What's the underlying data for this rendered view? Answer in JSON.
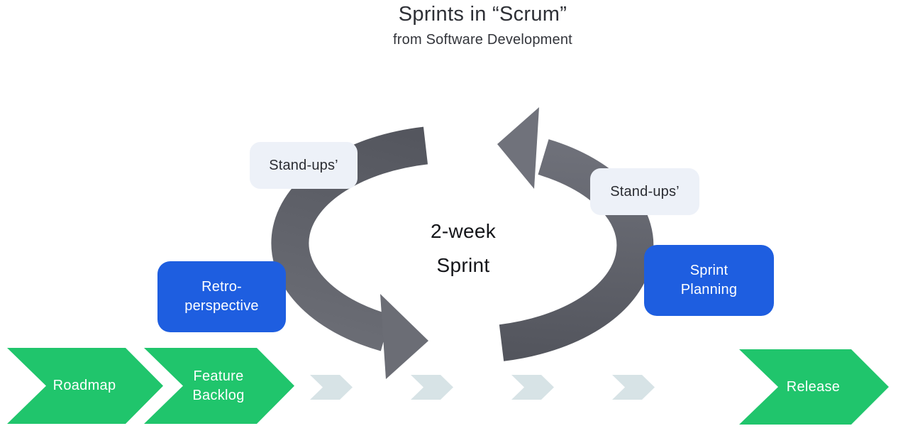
{
  "header": {
    "title": "Sprints in “Scrum”",
    "subtitle": "from Software Development"
  },
  "cycle": {
    "duration": {
      "line1": "2-week",
      "line2": "Sprint"
    },
    "standups_left": "Stand-ups’",
    "standups_right": "Stand-ups’",
    "retrospective": {
      "line1": "Retro-",
      "line2": "perspective"
    },
    "sprint_planning": {
      "line1": "Sprint",
      "line2": "Planning"
    }
  },
  "pipeline": {
    "roadmap": "Roadmap",
    "feature_backlog": {
      "line1": "Feature",
      "line2": "Backlog"
    },
    "release": "Release",
    "chevron_count": 4
  },
  "colors": {
    "green": "#20c56c",
    "blue": "#1e5ee0",
    "arc_dark": "#54565e",
    "arc_light": "#70727b",
    "chevron": "#d7e3e6",
    "label_bg": "#edf1f8"
  }
}
